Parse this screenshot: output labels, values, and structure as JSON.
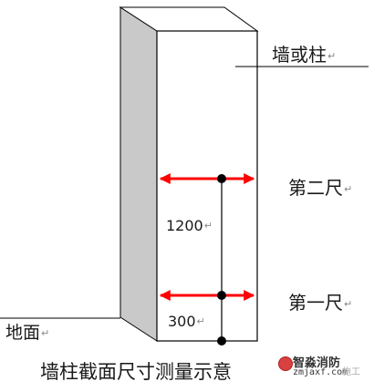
{
  "labels": {
    "wall_or_column": "墙或柱",
    "second_ruler": "第二尺",
    "first_ruler": "第一尺",
    "ground": "地面",
    "height_1200": "1200",
    "height_300": "300",
    "return_mark": "↵"
  },
  "caption": "墙柱截面尺寸测量示意",
  "watermark": {
    "name": "智淼消防",
    "site": "zmjaxf.com",
    "tail": "施工"
  },
  "colors": {
    "arrow": "#ff0000",
    "pillar_side": "#c9c9c9",
    "pillar_front": "#ffffff",
    "line": "#000000"
  }
}
